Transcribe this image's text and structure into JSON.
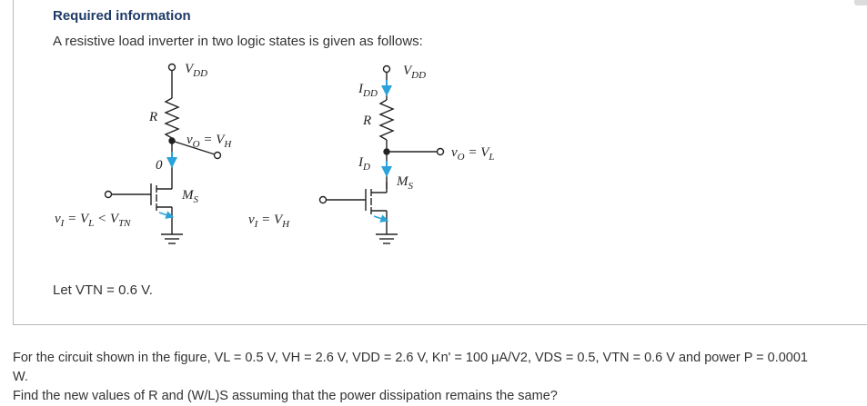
{
  "heading": "Required information",
  "intro": "A resistive load inverter in two logic states is given as follows:",
  "let_note": "Let VTN = 0.6 V.",
  "circuit_left": {
    "vdd": "VDD",
    "r": "R",
    "vo": "vO = VH",
    "zero": "0",
    "ms": "MS",
    "vi": "vI = VL < VTN"
  },
  "circuit_right": {
    "vdd": "VDD",
    "idd": "IDD",
    "r": "R",
    "vo": "vO = VL",
    "id": "ID",
    "ms": "MS",
    "vi": "vI = VH"
  },
  "question": {
    "line1": "For the circuit shown in the figure, VL = 0.5 V, VH = 2.6 V, VDD = 2.6 V, Kn' = 100 μA/V2, VDS = 0.5, VTN = 0.6 V and power P = 0.0001",
    "line2": "W.",
    "line3": "Find the new values of R and (W/L)S assuming that the power dissipation remains the same?"
  },
  "colors": {
    "heading": "#1f3a68",
    "arrow": "#29a3d9",
    "border": "#b8b8b8"
  }
}
